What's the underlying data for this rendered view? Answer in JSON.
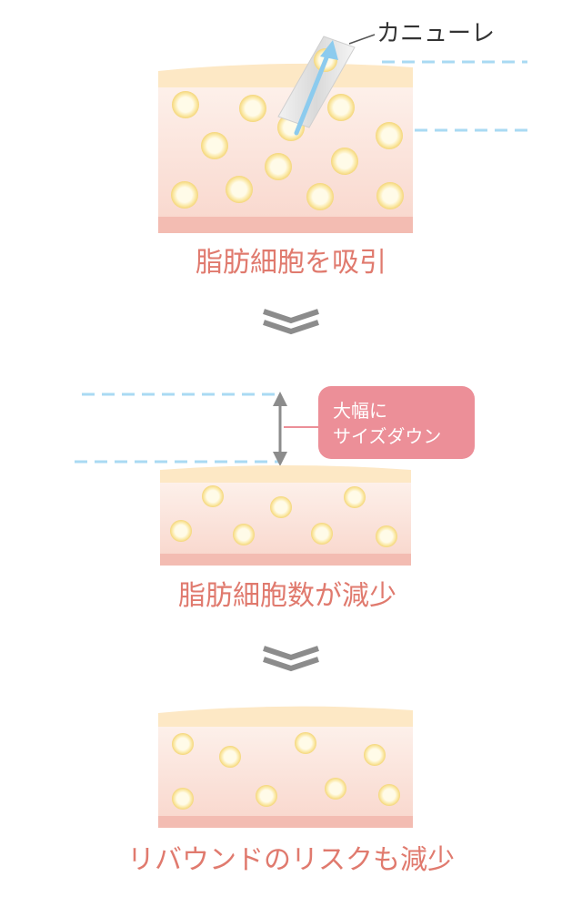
{
  "labels": {
    "cannula": "カニューレ",
    "step1": "脂肪細胞を吸引",
    "step2": "脂肪細胞数が減少",
    "step3": "リバウンドのリスクも減少",
    "size_down_line1": "大幅に",
    "size_down_line2": "サイズダウン"
  },
  "colors": {
    "caption": "#e07a6e",
    "skin_top": "#fde9c6",
    "tissue_top": "#fdebe4",
    "tissue_bottom": "#f9d6cc",
    "base_band": "#f3b8ae",
    "cell_fill": "#fff3c4",
    "cell_ring": "#f6dd8a",
    "dashed_line": "#a9daf3",
    "arrow_gray": "#8c8c8c",
    "flow_arrow": "#8ccbee",
    "badge": "#ec8f98"
  },
  "icons": [
    "double-chevron-down-icon",
    "double-chevron-down-icon",
    "vertical-double-arrow-icon",
    "suction-arrow-icon"
  ]
}
